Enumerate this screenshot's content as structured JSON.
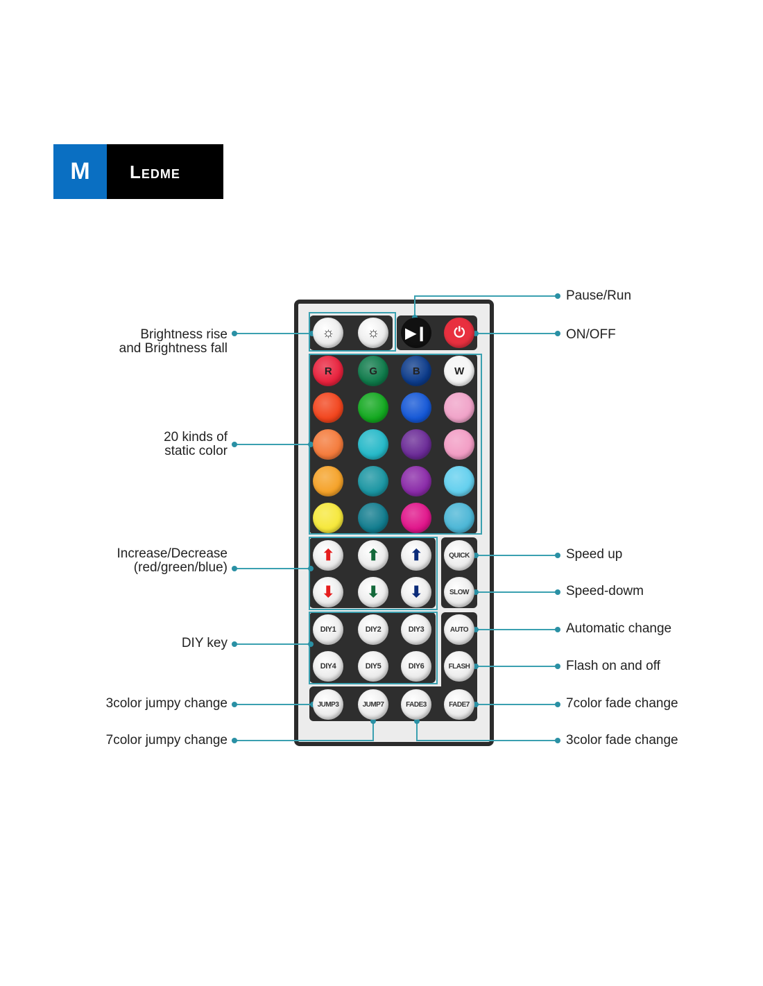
{
  "logo": {
    "mark": "M",
    "name": "Ledme",
    "colors": {
      "mark_bg": "#0a6fc2",
      "bg": "#000000"
    }
  },
  "accent": "#3aa0b0",
  "labels_left": [
    {
      "id": "brightness",
      "lines": [
        "Brightness rise",
        "and Brightness fall"
      ]
    },
    {
      "id": "static-color",
      "lines": [
        "20 kinds of",
        "static color"
      ]
    },
    {
      "id": "increase-decrease",
      "lines": [
        "Increase/Decrease",
        "(red/green/blue)"
      ]
    },
    {
      "id": "diy",
      "lines": [
        "DIY key"
      ]
    },
    {
      "id": "jump3",
      "lines": [
        "3color jumpy change"
      ]
    },
    {
      "id": "jump7",
      "lines": [
        "7color jumpy change"
      ]
    }
  ],
  "labels_right": [
    {
      "id": "pause-run",
      "text": "Pause/Run"
    },
    {
      "id": "on-off",
      "text": "ON/OFF"
    },
    {
      "id": "speed-up",
      "text": "Speed up"
    },
    {
      "id": "speed-down",
      "text": "Speed-dowm"
    },
    {
      "id": "auto",
      "text": "Automatic change"
    },
    {
      "id": "flash",
      "text": "Flash on and off"
    },
    {
      "id": "fade7",
      "text": "7color fade change"
    },
    {
      "id": "fade3",
      "text": "3color fade change"
    }
  ],
  "buttons": {
    "top": [
      {
        "name": "brightness-up",
        "icon": "sun-up-icon",
        "glyph": "☼"
      },
      {
        "name": "brightness-down",
        "icon": "sun-down-icon",
        "glyph": "☼"
      },
      {
        "name": "pause-run",
        "icon": "play-pause-icon",
        "glyph": "▶❙",
        "color": "#111111"
      },
      {
        "name": "power",
        "icon": "power-icon",
        "glyph": "⏻",
        "color": "#e8303f"
      }
    ],
    "colors": [
      [
        "#e8213c",
        "#0e7a4a",
        "#0c3b8a",
        "#f5f5f5"
      ],
      [
        "#f2441c",
        "#12a81f",
        "#1457d6",
        "#f0a2c8"
      ],
      [
        "#f47a3a",
        "#24b8c8",
        "#6a2a96",
        "#f29cc4"
      ],
      [
        "#f5a228",
        "#1a95a2",
        "#8a2aa8",
        "#62cfee"
      ],
      [
        "#f6e83a",
        "#117c8e",
        "#e0148a",
        "#4bb6d6"
      ]
    ],
    "color_letters": [
      "R",
      "G",
      "B",
      "W"
    ],
    "arrows": [
      {
        "glyph": "⬆",
        "color": "#e51d1d"
      },
      {
        "glyph": "⬆",
        "color": "#14683a"
      },
      {
        "glyph": "⬆",
        "color": "#0c2c7a"
      },
      {
        "glyph": "⬇",
        "color": "#e51d1d"
      },
      {
        "glyph": "⬇",
        "color": "#14683a"
      },
      {
        "glyph": "⬇",
        "color": "#0c2c7a"
      }
    ],
    "speed": [
      "QUICK",
      "SLOW"
    ],
    "diy": [
      "DIY1",
      "DIY2",
      "DIY3",
      "DIY4",
      "DIY5",
      "DIY6"
    ],
    "mode": [
      "AUTO",
      "FLASH"
    ],
    "bottom": [
      "JUMP3",
      "JUMP7",
      "FADE3",
      "FADE7"
    ]
  }
}
